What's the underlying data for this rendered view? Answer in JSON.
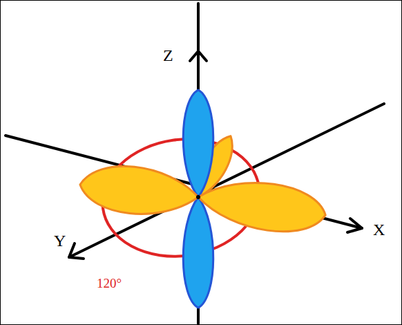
{
  "diagram": {
    "labels": [
      "Z",
      "Y",
      "X",
      "120°"
    ]
  }
}
